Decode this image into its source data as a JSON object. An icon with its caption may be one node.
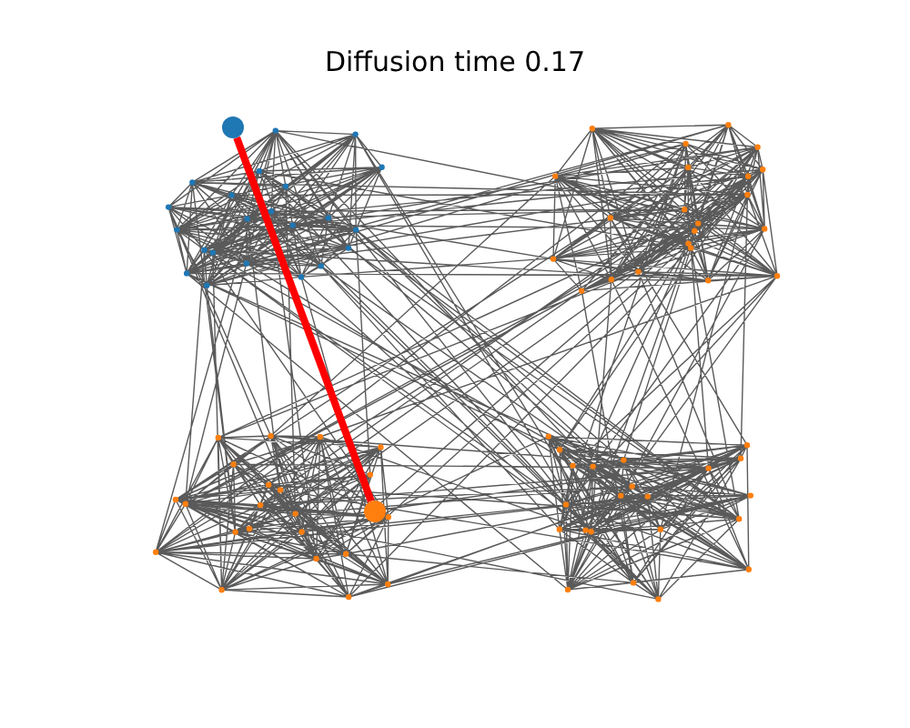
{
  "diagram": {
    "title": "Diffusion time 0.17",
    "nodes": [
      {
        "text": [],
        "shape": "circle"
      },
      {
        "text": [],
        "shape": "circle"
      }
    ],
    "edges": [
      {
        "from": 0,
        "to": 1,
        "arrow": "none",
        "color": "#ff0000"
      }
    ]
  }
}
